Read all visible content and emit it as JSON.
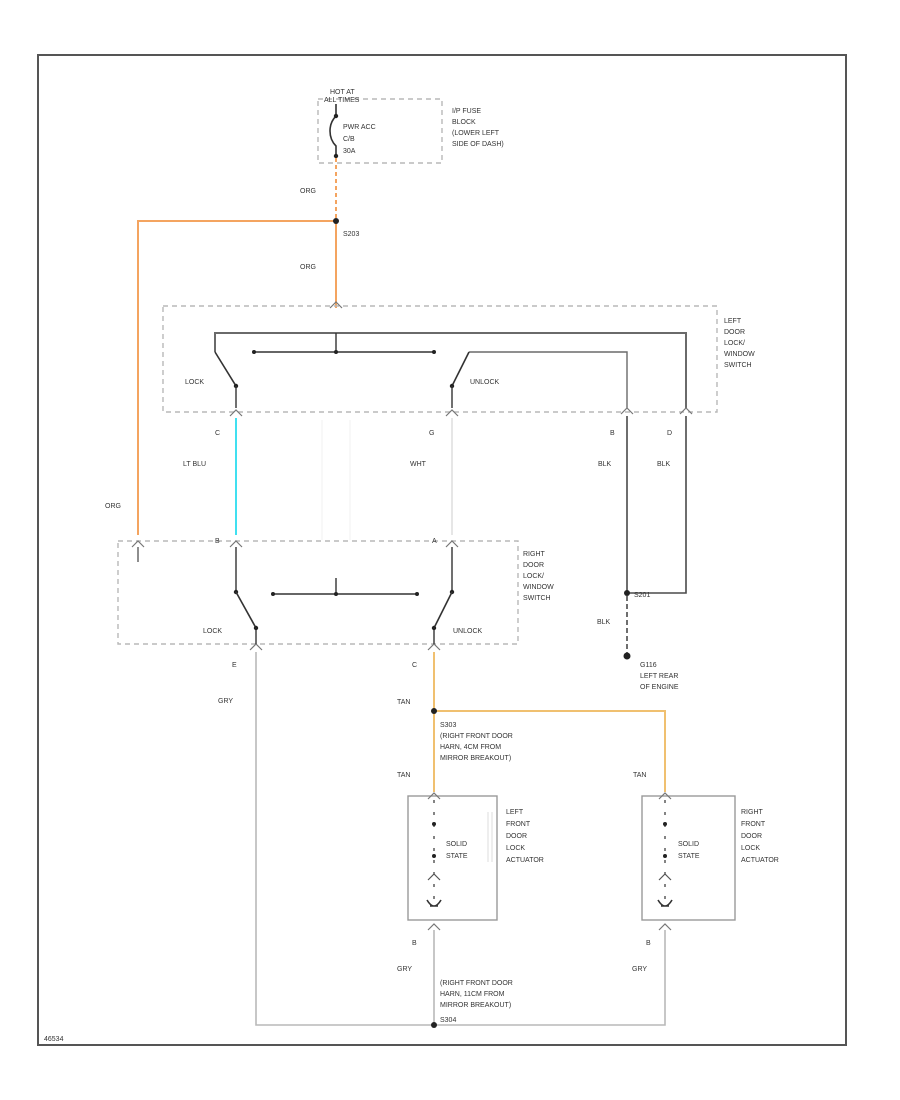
{
  "colors": {
    "orange_wire": "#f4a460",
    "lt_blue_wire": "#40e0f0",
    "tan_wire": "#f0c070",
    "gray_wire": "#b9b9b9",
    "black_wire": "#4a4a4a",
    "white_wire": "#e0e0e0",
    "frame": "#555555"
  },
  "fuse": {
    "hot_label_1": "HOT AT",
    "hot_label_2": "ALL TIMES",
    "name_1": "PWR ACC",
    "name_2": "C/B",
    "name_3": "30A",
    "block_1": "I/P FUSE",
    "block_2": "BLOCK",
    "block_3": "(LOWER LEFT",
    "block_4": "SIDE OF DASH)"
  },
  "splices": {
    "s203": "S203",
    "s201": "S201",
    "s303": "S303",
    "s304": "S304",
    "s303_desc_1": "(RIGHT FRONT DOOR",
    "s303_desc_2": "HARN, 4CM FROM",
    "s303_desc_3": "MIRROR BREAKOUT)",
    "s304_desc_1": "(RIGHT FRONT DOOR",
    "s304_desc_2": "HARN, 11CM FROM",
    "s304_desc_3": "MIRROR BREAKOUT)"
  },
  "ground": {
    "id": "G116",
    "loc_1": "LEFT REAR",
    "loc_2": "OF ENGINE"
  },
  "left_switch": {
    "title_1": "LEFT",
    "title_2": "DOOR",
    "title_3": "LOCK/",
    "title_4": "WINDOW",
    "title_5": "SWITCH",
    "lock": "LOCK",
    "unlock": "UNLOCK",
    "pin_c": "C",
    "pin_g": "G",
    "pin_b": "B",
    "pin_d": "D"
  },
  "right_switch": {
    "title_1": "RIGHT",
    "title_2": "DOOR",
    "title_3": "LOCK/",
    "title_4": "WINDOW",
    "title_5": "SWITCH",
    "lock": "LOCK",
    "unlock": "UNLOCK",
    "pin_b": "B",
    "pin_a": "A",
    "pin_e": "E",
    "pin_c": "C"
  },
  "wires": {
    "org_top": "ORG",
    "org_mid": "ORG",
    "org_left": "ORG",
    "lt_blu": "LT BLU",
    "wht": "WHT",
    "blk_1": "BLK",
    "blk_2": "BLK",
    "blk_3": "BLK",
    "gry_1": "GRY",
    "gry_2": "GRY",
    "gry_3": "GRY",
    "tan_1": "TAN",
    "tan_2": "TAN",
    "tan_3": "TAN"
  },
  "left_actuator": {
    "label_1": "LEFT",
    "label_2": "FRONT",
    "label_3": "DOOR",
    "label_4": "LOCK",
    "label_5": "ACTUATOR",
    "inner_1": "SOLID",
    "inner_2": "STATE",
    "pin_b": "B"
  },
  "right_actuator": {
    "label_1": "RIGHT",
    "label_2": "FRONT",
    "label_3": "DOOR",
    "label_4": "LOCK",
    "label_5": "ACTUATOR",
    "inner_1": "SOLID",
    "inner_2": "STATE",
    "pin_b": "B"
  },
  "figure_id": "46534"
}
